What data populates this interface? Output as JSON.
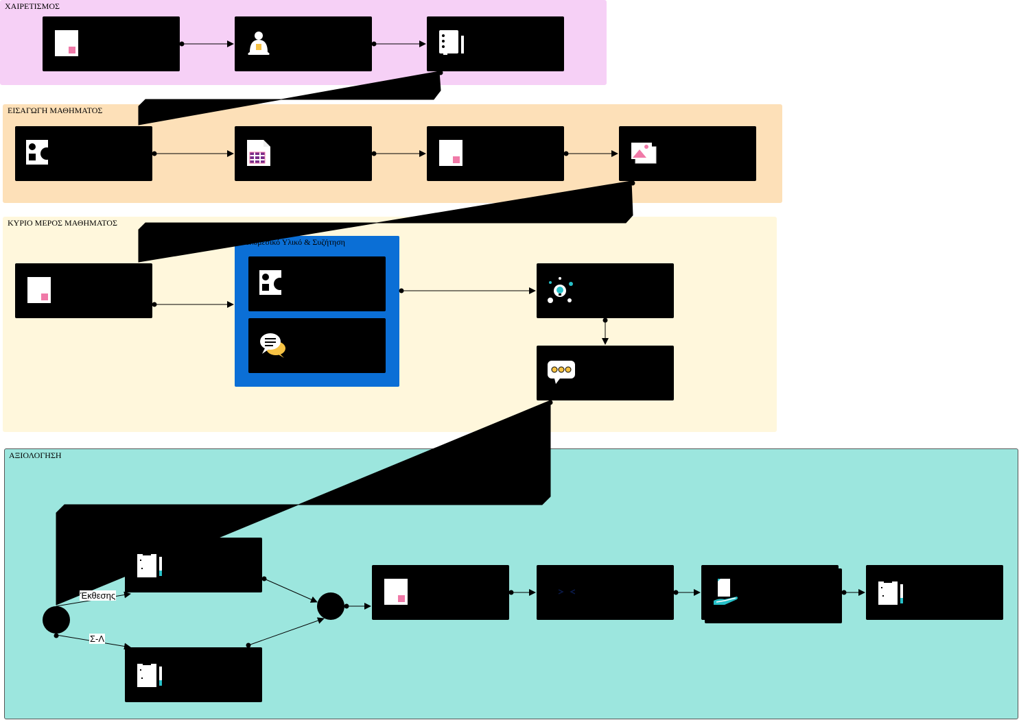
{
  "lanes": {
    "greeting": {
      "title": "ΧΑΙΡΕΤΙΣΜΟΣ",
      "color": "#f6d0f6"
    },
    "introduction": {
      "title": "ΕΙΣΑΓΩΓΗ ΜΑΘΗΜΑΤΟΣ",
      "color": "#fde0b8"
    },
    "main_part": {
      "title": "ΚΥΡΙΟ ΜΕΡΟΣ ΜΑΘΗΜΑΤΟΣ",
      "color": "#fff7dc"
    },
    "evaluation": {
      "title": "ΑΞΙΟΛΟΓΗΣΗ",
      "color": "#9ce6de"
    }
  },
  "subprocess": {
    "title": "Πολυμεσικό Υλικό & Συζήτηση",
    "color": "#0b6fd6"
  },
  "gateway_labels": {
    "essay": "Έκθεσης",
    "true_false": "Σ-Λ"
  },
  "icons": {
    "greeting": [
      "document-icon",
      "teacher-icon",
      "presentation-icon"
    ],
    "introduction": [
      "shapes-icon",
      "spreadsheet-icon",
      "document-icon",
      "image-icon"
    ],
    "main_part": [
      "document-icon",
      "shapes-icon",
      "chat-icon",
      "idea-network-icon",
      "speech-bubble-icon"
    ],
    "evaluation": [
      "clipboard-icon",
      "clipboard-icon",
      "document-icon",
      "code-icon",
      "hand-document-icon",
      "clipboard-icon"
    ]
  },
  "accent_colors": {
    "pink": "#f07aa8",
    "yellow": "#f6c244",
    "teal": "#27c0c8",
    "purple": "#7a2d8a"
  }
}
